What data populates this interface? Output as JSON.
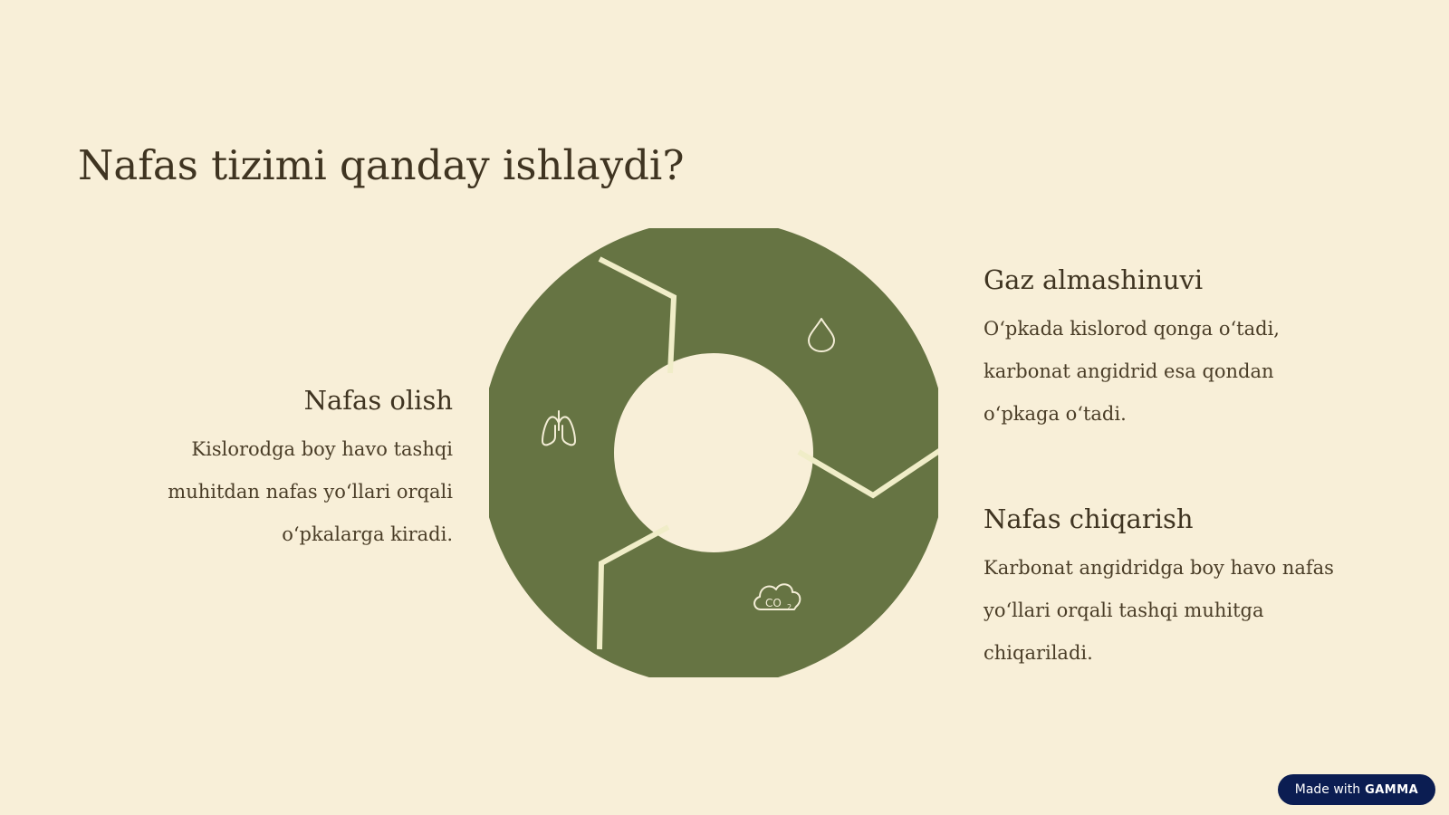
{
  "slide": {
    "title": "Nafas tizimi qanday ishlaydi?"
  },
  "steps": [
    {
      "heading": "Nafas olish",
      "text": "Kislorodga boy havo tashqi muhitdan nafas yo‘llari orqali o‘pkalarga kiradi.",
      "icon": "lungs-icon"
    },
    {
      "heading": "Gaz almashinuvi",
      "text": "O‘pkada kislorod qonga o‘tadi, karbonat angidrid esa qondan o‘pkaga o‘tadi.",
      "icon": "droplet-icon"
    },
    {
      "heading": "Nafas chiqarish",
      "text": "Karbonat angidridga boy havo nafas yo‘llari orqali tashqi muhitga chiqariladi.",
      "icon": "co2-cloud-icon"
    }
  ],
  "colors": {
    "background": "#f8efd8",
    "segment_fill": "#667443",
    "divider": "#f0edc8",
    "title_text": "#3f3421",
    "badge_background": "#0b1d52"
  },
  "icon_labels": {
    "co2": "CO",
    "co2_subscript": "2"
  },
  "badge": {
    "prefix": "Made with",
    "brand": "GAMMA"
  }
}
